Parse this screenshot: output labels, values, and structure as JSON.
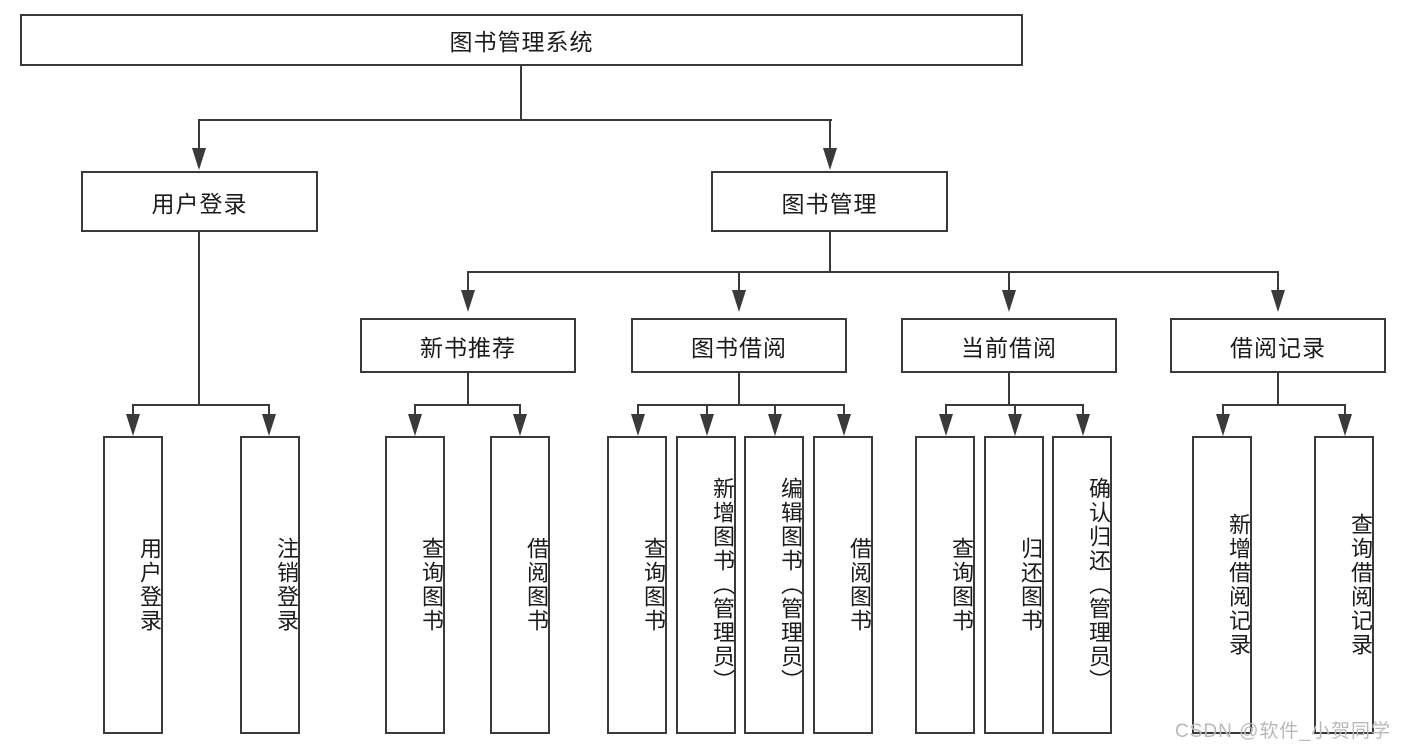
{
  "diagram": {
    "type": "tree-hierarchy-flowchart",
    "title": "图书管理系统",
    "orientation": "top-down",
    "colors": {
      "box_border": "#3a3a3a",
      "box_fill": "#ffffff",
      "connector": "#3a3a3a",
      "text": "#1b1b1b",
      "watermark": "#b9b9b9",
      "background": "#ffffff"
    },
    "root": {
      "label": "图书管理系统"
    },
    "level2": [
      {
        "label": "用户登录"
      },
      {
        "label": "图书管理"
      }
    ],
    "level3": [
      {
        "label": "新书推荐"
      },
      {
        "label": "图书借阅"
      },
      {
        "label": "当前借阅"
      },
      {
        "label": "借阅记录"
      }
    ],
    "leaves": {
      "user_login": [
        {
          "label": "用户登录"
        },
        {
          "label": "注销登录"
        }
      ],
      "new_book_recommend": [
        {
          "label": "查询图书"
        },
        {
          "label": "借阅图书"
        }
      ],
      "book_borrow": [
        {
          "label": "查询图书"
        },
        {
          "label": "新增图书（管理员）"
        },
        {
          "label": "编辑图书（管理员）"
        },
        {
          "label": "借阅图书"
        }
      ],
      "current_borrow": [
        {
          "label": "查询图书"
        },
        {
          "label": "归还图书"
        },
        {
          "label": "确认归还（管理员）"
        }
      ],
      "borrow_record": [
        {
          "label": "新增借阅记录"
        },
        {
          "label": "查询借阅记录"
        }
      ]
    }
  },
  "watermark": {
    "text": "CSDN @软件_小贺同学"
  }
}
